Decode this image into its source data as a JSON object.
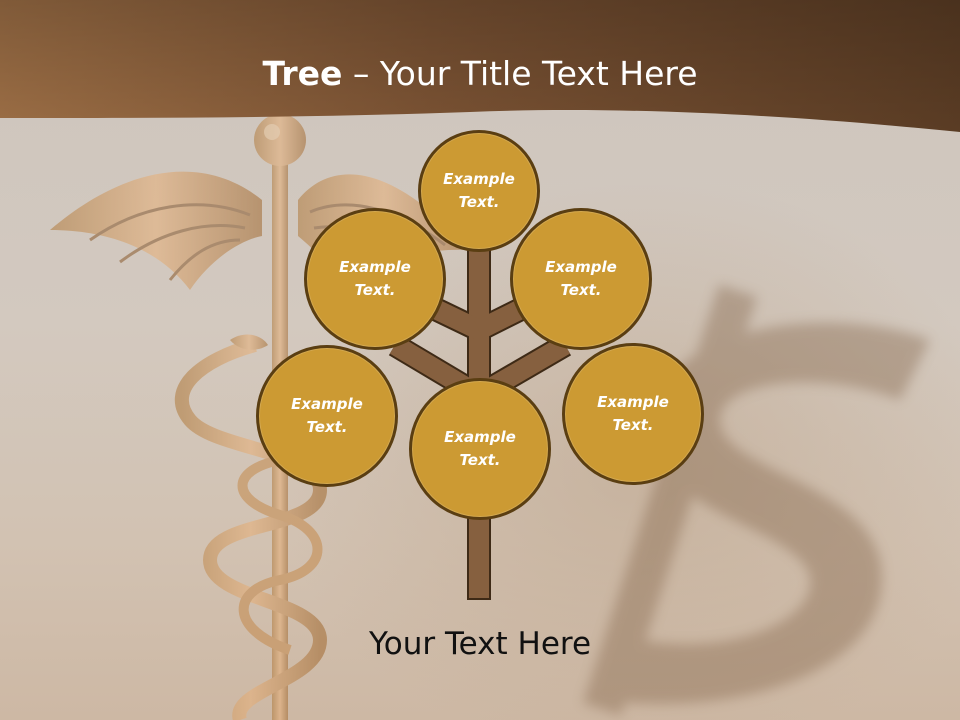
{
  "slide": {
    "title_bold": "Tree",
    "title_rest": " – Your Title Text Here",
    "footer": "Your Text Here",
    "nodes": [
      {
        "label": "Example\nText."
      },
      {
        "label": "Example\nText."
      },
      {
        "label": "Example\nText."
      },
      {
        "label": "Example\nText."
      },
      {
        "label": "Example\nText."
      },
      {
        "label": "Example\nText."
      }
    ]
  },
  "colors": {
    "header_band": "#6f4a2a",
    "node_fill": "#cc9a33",
    "node_border": "#5a3e12",
    "trunk": "#86603f",
    "trunk_border": "#3e2a16"
  },
  "decor": {
    "background_image": "caduceus-icon",
    "shadow_image": "dollar-sign-icon"
  }
}
